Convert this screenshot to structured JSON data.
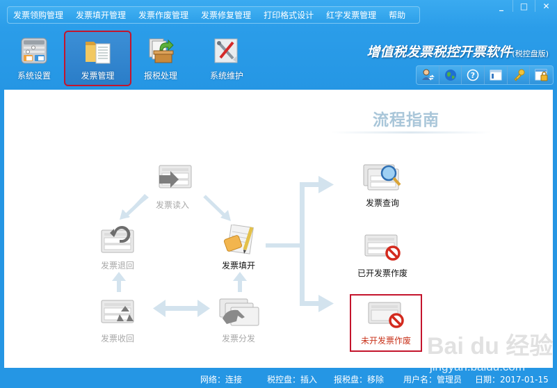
{
  "menu": {
    "items": [
      {
        "label": "发票领购管理"
      },
      {
        "label": "发票填开管理"
      },
      {
        "label": "发票作废管理"
      },
      {
        "label": "发票修复管理"
      },
      {
        "label": "打印格式设计"
      },
      {
        "label": "红字发票管理"
      },
      {
        "label": "帮助"
      }
    ]
  },
  "window_controls": {
    "minimize": "_",
    "maximize": "□",
    "close": "✕"
  },
  "toolbar": {
    "items": [
      {
        "label": "系统设置",
        "icon": "settings-panel-icon"
      },
      {
        "label": "发票管理",
        "icon": "folder-icon",
        "active": true
      },
      {
        "label": "报税处理",
        "icon": "tax-box-icon"
      },
      {
        "label": "系统维护",
        "icon": "tools-icon"
      }
    ]
  },
  "brand": {
    "title": "增值税发票税控开票软件",
    "edition": "(税控盘版)"
  },
  "quick_tools": [
    {
      "icon": "switch-user-icon"
    },
    {
      "icon": "globe-icon"
    },
    {
      "icon": "help-icon"
    },
    {
      "icon": "window-icon"
    },
    {
      "icon": "key-icon"
    },
    {
      "icon": "lock-icon"
    }
  ],
  "guide": {
    "title": "流程指南",
    "nodes": {
      "read": {
        "label": "发票读入"
      },
      "return": {
        "label": "发票退回"
      },
      "fill": {
        "label": "发票填开"
      },
      "recover": {
        "label": "发票收回"
      },
      "distribute": {
        "label": "发票分发"
      },
      "query": {
        "label": "发票查询"
      },
      "void_issued": {
        "label": "已开发票作废"
      },
      "void_unissued": {
        "label": "未开发票作废"
      }
    },
    "colors": {
      "arrow": "#d3e3ee",
      "highlight_border": "#c4142c",
      "highlight_text": "#c8321a"
    }
  },
  "status": {
    "network": "网络：连接",
    "tax_disk": "税控盘：插入",
    "report_disk": "报税盘：移除",
    "username": "用户名：管理员",
    "date": "日期：2017-01-15"
  },
  "watermark": {
    "logo": "Bai du 经验",
    "url": "jingyan.baidu.com"
  }
}
